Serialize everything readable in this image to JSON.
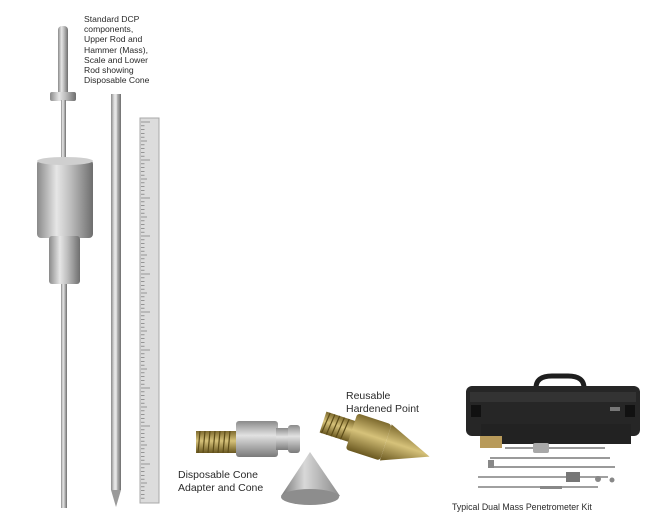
{
  "captions": {
    "standard_dcp": "Standard DCP\ncomponents,\nUpper Rod and\nHammer (Mass),\nScale and Lower\nRod showing\nDisposable Cone",
    "reusable_point": "Reusable\nHardened Point",
    "disposable_cone": "Disposable Cone\nAdapter and Cone",
    "kit": "Typical Dual Mass Penetrometer Kit"
  },
  "icons": {
    "upper_rod": "upper-rod-with-hammer-icon",
    "lower_rod": "lower-rod-icon",
    "scale": "measuring-scale-icon",
    "adapter": "cone-adapter-icon",
    "cone": "disposable-cone-icon",
    "point": "hardened-point-icon",
    "kit": "penetrometer-kit-case-icon"
  }
}
